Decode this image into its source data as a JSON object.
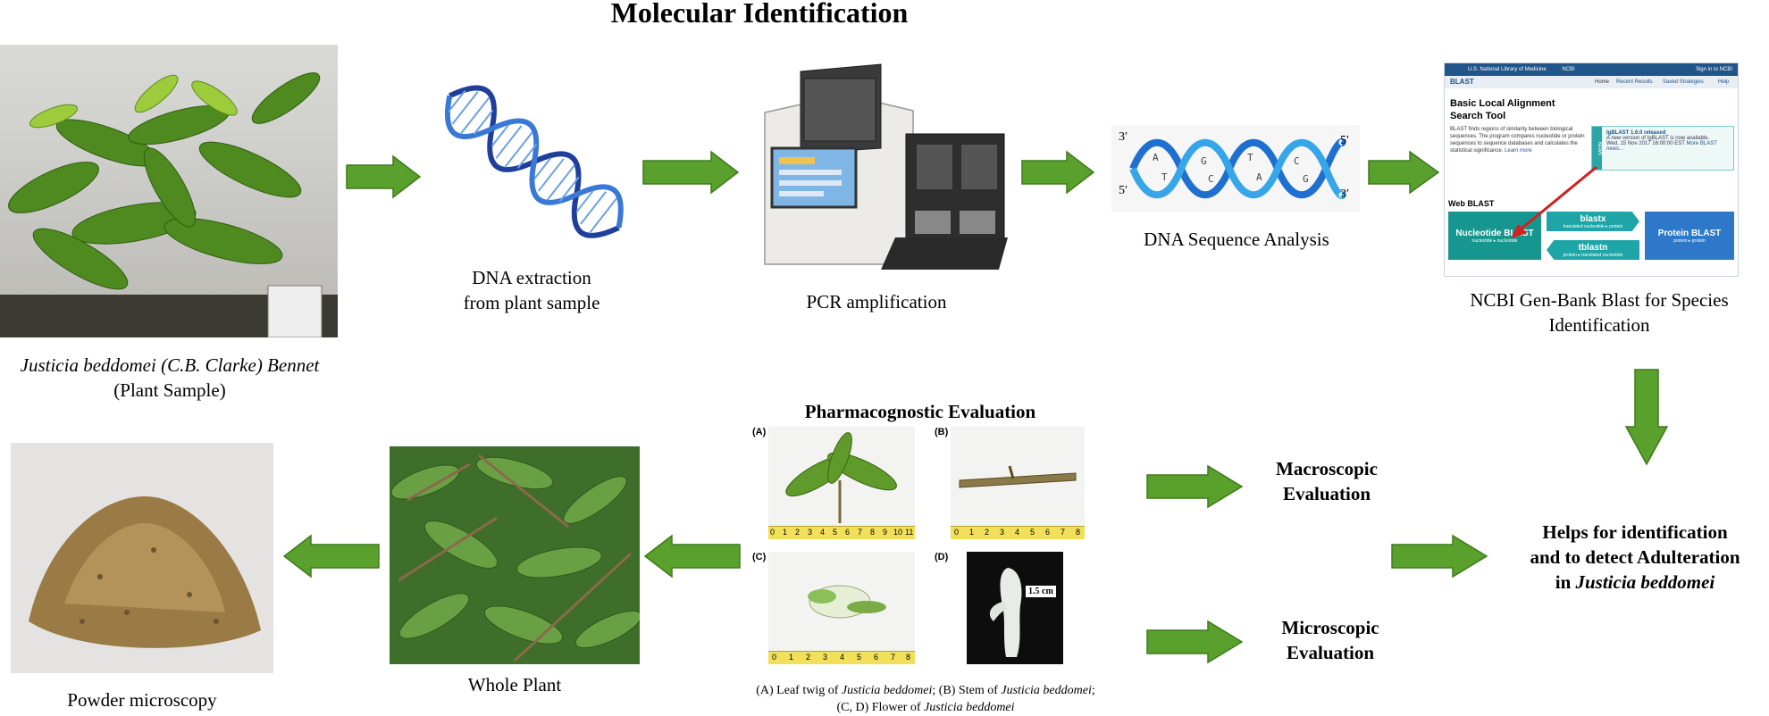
{
  "title": "Molecular Identification",
  "top_row": {
    "plant_caption_species": "Justicia beddomei (C.B. Clarke) Bennet",
    "plant_caption_note": "(Plant Sample)",
    "dna_extraction_line1": "DNA extraction",
    "dna_extraction_line2": "from plant sample",
    "pcr_caption": "PCR amplification",
    "sequence_caption": "DNA Sequence Analysis",
    "seq_labels": {
      "top_left": "3′",
      "bottom_left": "5′",
      "top_right": "5′",
      "bottom_right": "3′"
    },
    "ncbi_caption_line1": "NCBI Gen-Bank Blast for Species",
    "ncbi_caption_line2": "Identification"
  },
  "ncbi_screenshot": {
    "brand": "U.S. National Library of Medicine",
    "ncbi": "NCBI",
    "sign_in": "Sign in to NCBI",
    "blast": "BLAST",
    "nav": [
      "Home",
      "Recent Results",
      "Saved Strategies",
      "Help"
    ],
    "heading": "Basic Local Alignment Search Tool",
    "description": "BLAST finds regions of similarity between biological sequences. The program compares nucleotide or protein sequences to sequence databases and calculates the statistical significance.",
    "learn_more": "Learn more",
    "news_title": "IgBLAST 1.6.0 released",
    "news_body": "A new version of IgBLAST is now available.",
    "news_date": "Wed, 15 Nov 2017 16:00:00 EST",
    "more_news": "More BLAST news...",
    "news_tab": "NEWS",
    "web_blast": "Web BLAST",
    "nucleotide_blast": "Nucleotide BLAST",
    "nucleotide_sub": "nucleotide ▸ nucleotide",
    "blastx": "blastx",
    "blastx_sub": "translated nucleotide ▸ protein",
    "tblastn": "tblastn",
    "tblastn_sub": "protein ▸ translated nucleotide",
    "protein_blast": "Protein BLAST",
    "protein_sub": "protein ▸ protein"
  },
  "bottom_row": {
    "pharmacognostic_title": "Pharmacognostic Evaluation",
    "panels": [
      "(A)",
      "(B)",
      "(C)",
      "(D)"
    ],
    "scale_label": "1.5 cm",
    "ruler_a": [
      "0",
      "1",
      "2",
      "3",
      "4",
      "5",
      "6",
      "7",
      "8",
      "9",
      "10",
      "11"
    ],
    "ruler_8": [
      "0",
      "1",
      "2",
      "3",
      "4",
      "5",
      "6",
      "7",
      "8"
    ],
    "figure_caption_parts": {
      "a": "(A) Leaf twig of ",
      "species": "Justicia beddomei",
      "b": "; (B) Stem of ",
      "c": "; (C, D) Flower of "
    },
    "whole_plant_caption": "Whole Plant",
    "powder_caption": "Powder microscopy",
    "macroscopic_line1": "Macroscopic",
    "macroscopic_line2": "Evaluation",
    "microscopic_line1": "Microscopic",
    "microscopic_line2": "Evaluation",
    "conclusion_line1": "Helps for identification",
    "conclusion_line2": "and to detect Adulteration",
    "conclusion_line3_prefix": "in ",
    "conclusion_line3_species": "Justicia beddomei"
  },
  "colors": {
    "arrow_green": "#5aa02c",
    "arrow_edge": "#3f7a1c",
    "dna_blue": "#2a63c6",
    "ncbi_blue": "#20558a",
    "blast_teal": "#1fa5a8",
    "ruler_yellow": "#f2e05a"
  }
}
